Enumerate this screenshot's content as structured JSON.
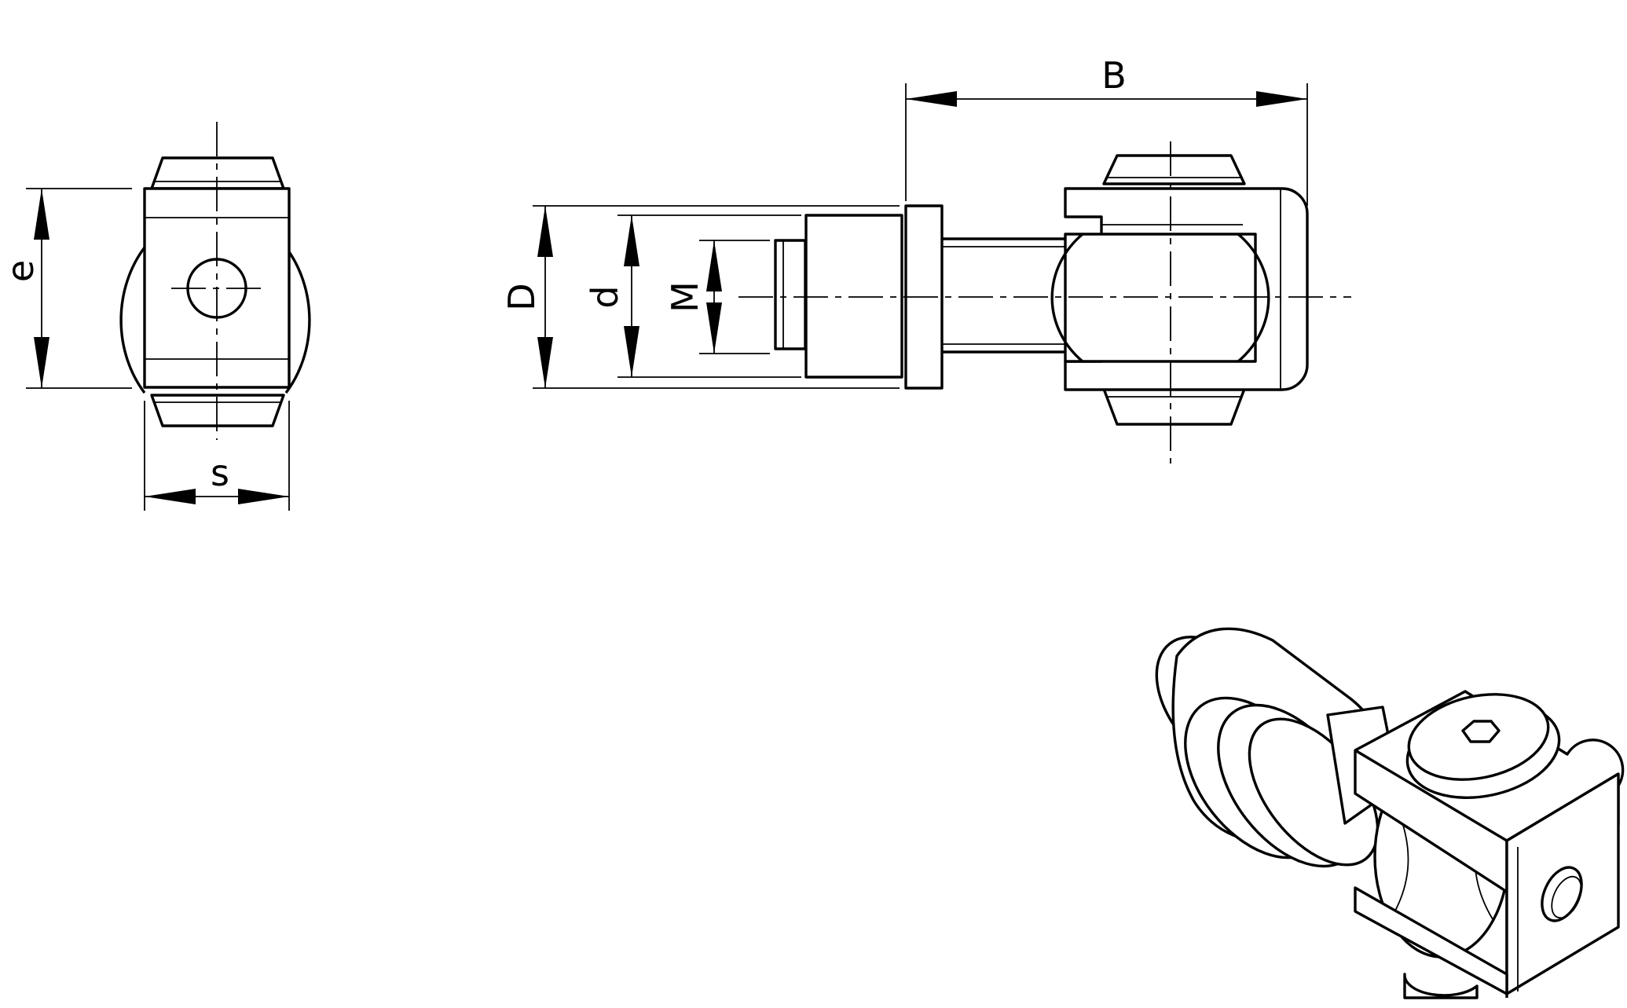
{
  "dimensions": {
    "e": "e",
    "s": "s",
    "B": "B",
    "D": "D",
    "d": "d",
    "M": "M"
  }
}
